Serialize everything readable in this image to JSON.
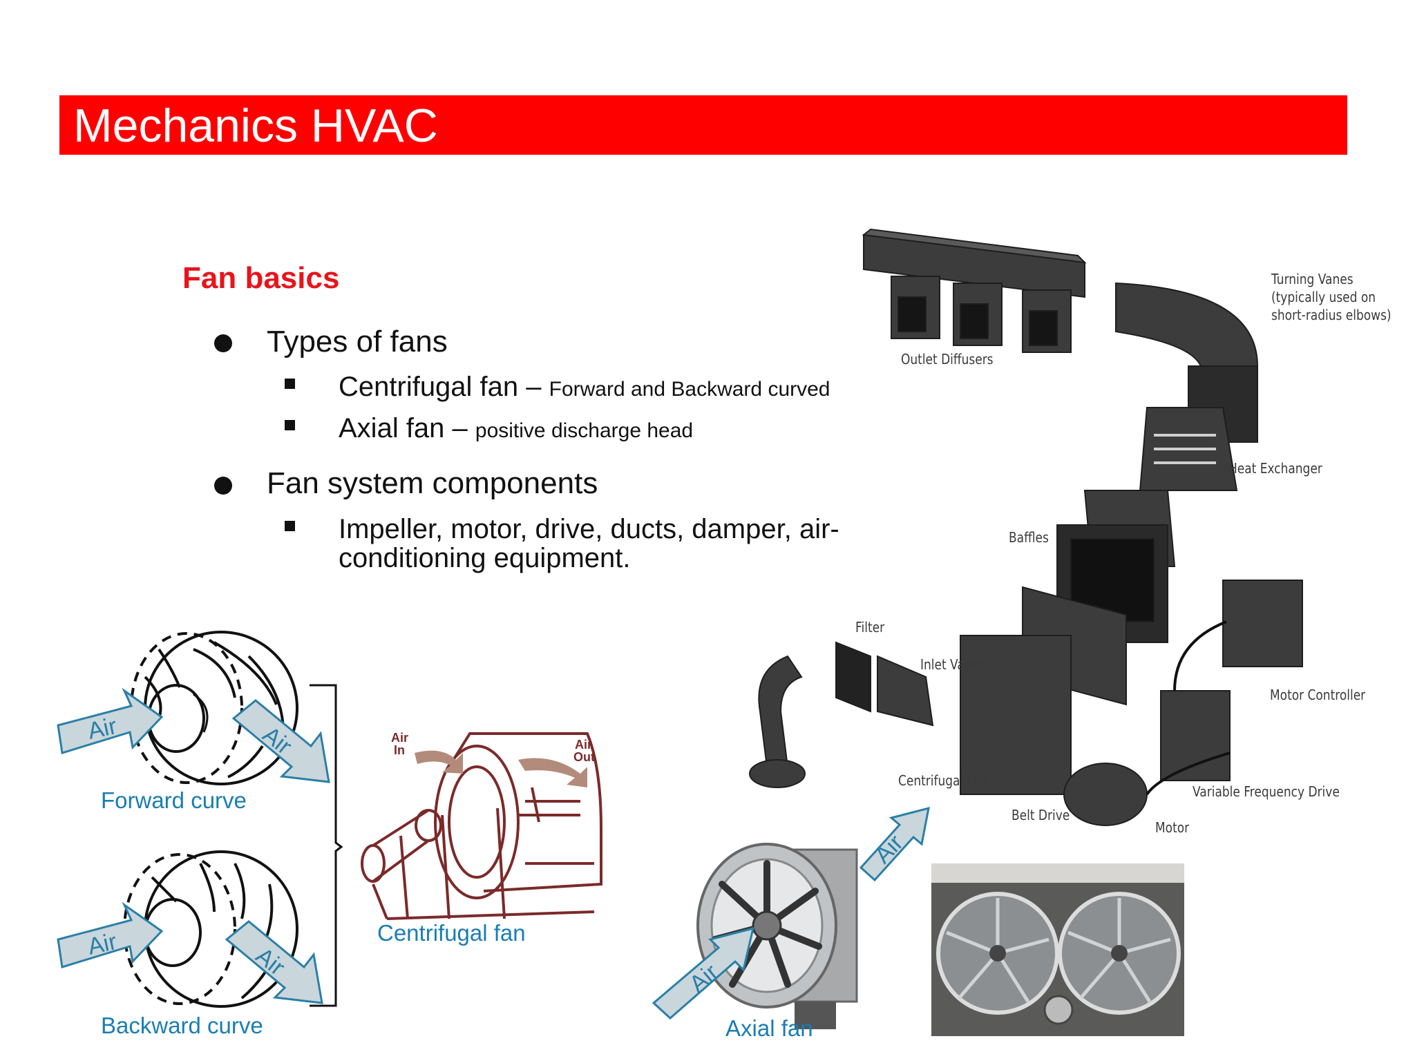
{
  "slide": {
    "title": "Mechanics HVAC",
    "section_heading": "Fan basics",
    "bullets": [
      {
        "text": "Types of fans",
        "sub": [
          {
            "main": "Centrifugal fan – ",
            "detail": "Forward and Backward curved"
          },
          {
            "main": "Axial fan – ",
            "detail": "positive discharge head"
          }
        ]
      },
      {
        "text": "Fan system components",
        "sub": [
          {
            "line1": "Impeller, motor, drive, ducts, damper, air-",
            "line2": "conditioning equipment."
          }
        ]
      }
    ]
  },
  "captions": {
    "forward": "Forward curve",
    "backward": "Backward curve",
    "centrifugal": "Centrifugal fan",
    "axial": "Axial fan"
  },
  "air_label": "Air",
  "centrifugal_drawing": {
    "air_in": [
      "Air",
      "In"
    ],
    "air_out": [
      "Air",
      "Out"
    ]
  },
  "system_labels": {
    "outlet_diffusers": "Outlet Diffusers",
    "turning_vanes": [
      "Turning Vanes",
      "(typically used on",
      "short-radius elbows)"
    ],
    "heat_exchanger": "Heat Exchanger",
    "baffles": "Baffles",
    "filter": "Filter",
    "inlet_vanes": "Inlet Vanes",
    "motor_controller": "Motor Controller",
    "centrifugal_fan": "Centrifugal Fan",
    "variable_frequency_drive": "Variable Frequency Drive",
    "belt_drive": "Belt Drive",
    "motor": "Motor"
  },
  "colors": {
    "title_bar": "#fe0000",
    "heading": "#e8141b",
    "caption": "#1a7db3",
    "arrow_fill": "#c9d6dc",
    "arrow_stroke": "#2a7fa6"
  }
}
